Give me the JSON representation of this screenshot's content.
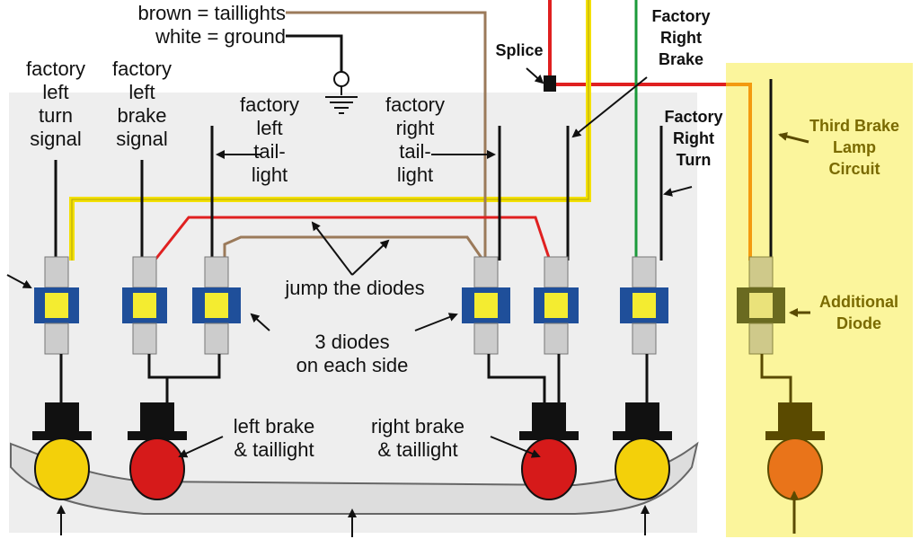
{
  "colors": {
    "panel": "#eeeeee",
    "third_panel": "#fbf59c",
    "red_wire": "#e02020",
    "yellow_wire": "#f3e000",
    "brown_wire": "#9b7a5a",
    "green_wire": "#1b9a3a",
    "orange_wire": "#f39a10",
    "diode_blue": "#1f4f9a",
    "diode_yellow": "#f4ec30",
    "bulb_amber": "#f3d00a",
    "bulb_red": "#d61a1a",
    "bulb_orange": "#e9741a",
    "olive": "#7a6a00"
  },
  "legend": {
    "brown": "brown = taillights",
    "white": "white = ground"
  },
  "labels": {
    "factory_left_turn": "factory\nleft\nturn\nsignal",
    "factory_left_brake": "factory\nleft\nbrake\nsignal",
    "factory_left_tail": "factory\nleft\ntail-\nlight",
    "factory_right_tail": "factory\nright\ntail-\nlight",
    "splice": "Splice",
    "factory_right_brake": "Factory\nRight\nBrake",
    "factory_right_turn": "Factory\nRight\nTurn",
    "third_brake": "Third Brake\nLamp\nCircuit",
    "jump_diodes": "jump the diodes",
    "three_diodes": "3 diodes\non each side",
    "additional_diode": "Additional\nDiode",
    "left_brake_tail": "left brake\n& taillight",
    "right_brake_tail": "right brake\n& taillight"
  }
}
